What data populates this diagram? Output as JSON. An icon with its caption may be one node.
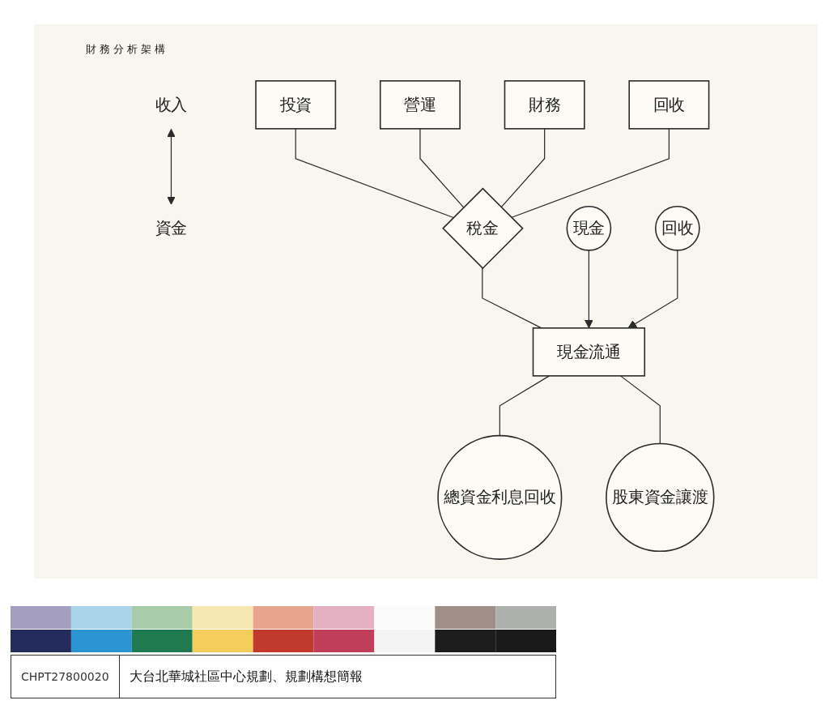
{
  "diagram": {
    "title": "財務分析架構",
    "nodes": [
      {
        "text": [
          "投資"
        ]
      },
      {
        "text": [
          "營運"
        ]
      },
      {
        "text": [
          "財務"
        ]
      },
      {
        "text": [
          "回收"
        ]
      },
      {
        "text": [
          "收入"
        ]
      },
      {
        "text": [
          "資金"
        ]
      },
      {
        "text": [
          "稅金"
        ]
      },
      {
        "text": [
          "現金"
        ]
      },
      {
        "text": [
          "現金流通"
        ]
      },
      {
        "text": [
          "回收"
        ]
      },
      {
        "text": [
          "總資金利息回收"
        ]
      },
      {
        "text": [
          "股東資金讓渡"
        ]
      }
    ],
    "edges": [
      {
        "from": 0,
        "to": 6,
        "arrow": "none"
      },
      {
        "from": 1,
        "to": 6,
        "arrow": "none"
      },
      {
        "from": 2,
        "to": 6,
        "arrow": "none"
      },
      {
        "from": 3,
        "to": 6,
        "arrow": "none"
      },
      {
        "from": 4,
        "to": 5,
        "arrow": "both"
      },
      {
        "from": 6,
        "to": 8,
        "arrow": "none"
      },
      {
        "from": 7,
        "to": 8,
        "arrow": "to"
      },
      {
        "from": 9,
        "to": 8,
        "arrow": "to"
      },
      {
        "from": 8,
        "to": 10,
        "arrow": "none"
      },
      {
        "from": 8,
        "to": 11,
        "arrow": "none"
      }
    ],
    "labels": [
      "CHPT27800020",
      "大台北華城社區中心規劃、規劃構想簡報"
    ]
  }
}
